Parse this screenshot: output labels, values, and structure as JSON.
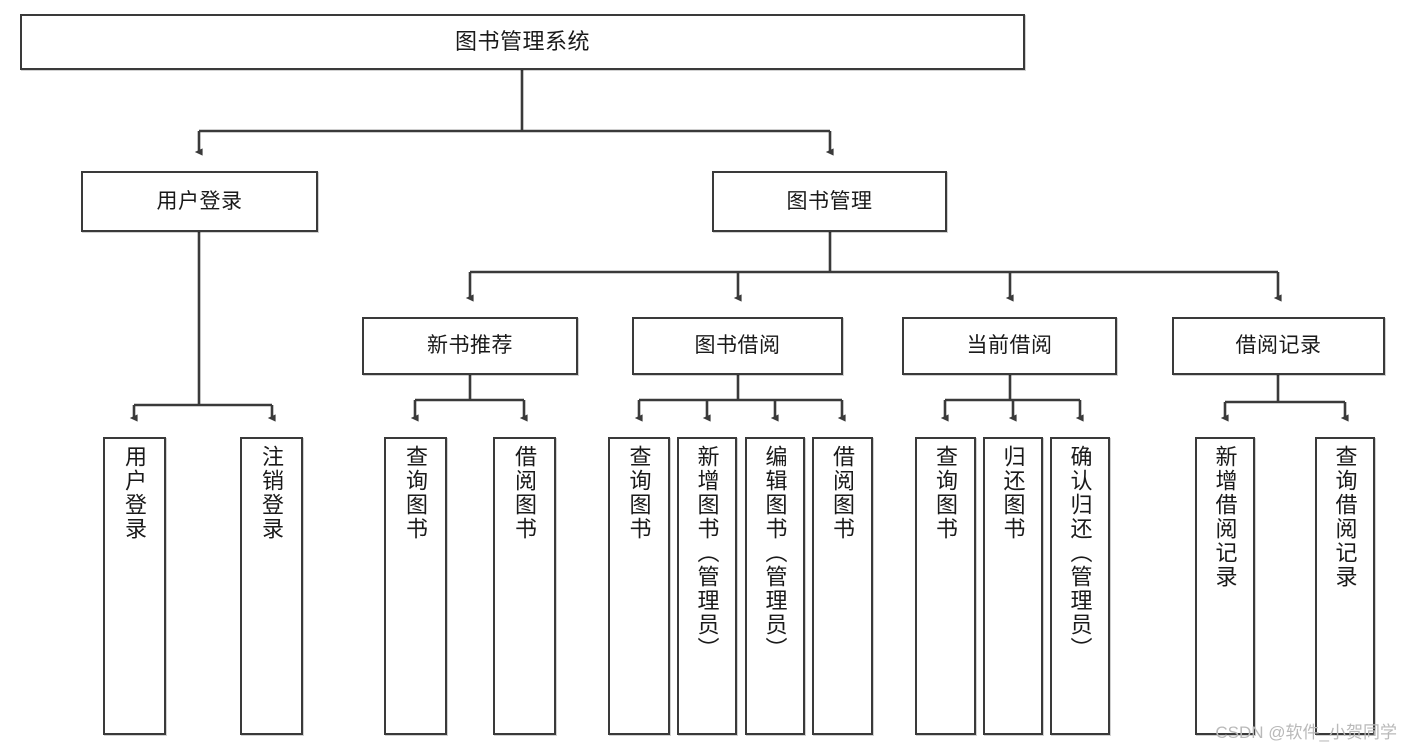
{
  "diagram": {
    "title": "图书管理系统",
    "watermark": "CSDN @软件_小贺同学",
    "levels": {
      "root": {
        "label": "图书管理系统"
      },
      "level2": [
        {
          "label": "用户登录"
        },
        {
          "label": "图书管理"
        }
      ],
      "level3": [
        {
          "label": "新书推荐"
        },
        {
          "label": "图书借阅"
        },
        {
          "label": "当前借阅"
        },
        {
          "label": "借阅记录"
        }
      ],
      "leaves": {
        "user_login": [
          {
            "label": "用户登录"
          },
          {
            "label": "注销登录"
          }
        ],
        "new_book": [
          {
            "label": "查询图书"
          },
          {
            "label": "借阅图书"
          }
        ],
        "book_borrow": [
          {
            "label": "查询图书"
          },
          {
            "label": "新增图书（管理员）"
          },
          {
            "label": "编辑图书（管理员）"
          },
          {
            "label": "借阅图书"
          }
        ],
        "current_borrow": [
          {
            "label": "查询图书"
          },
          {
            "label": "归还图书"
          },
          {
            "label": "确认归还（管理员）"
          }
        ],
        "borrow_record": [
          {
            "label": "新增借阅记录"
          },
          {
            "label": "查询借阅记录"
          }
        ]
      }
    },
    "colors": {
      "stroke": "#3a3a3a",
      "fill": "#ffffff",
      "text": "#1a1a1a",
      "watermark": "#b9b9b9"
    }
  }
}
